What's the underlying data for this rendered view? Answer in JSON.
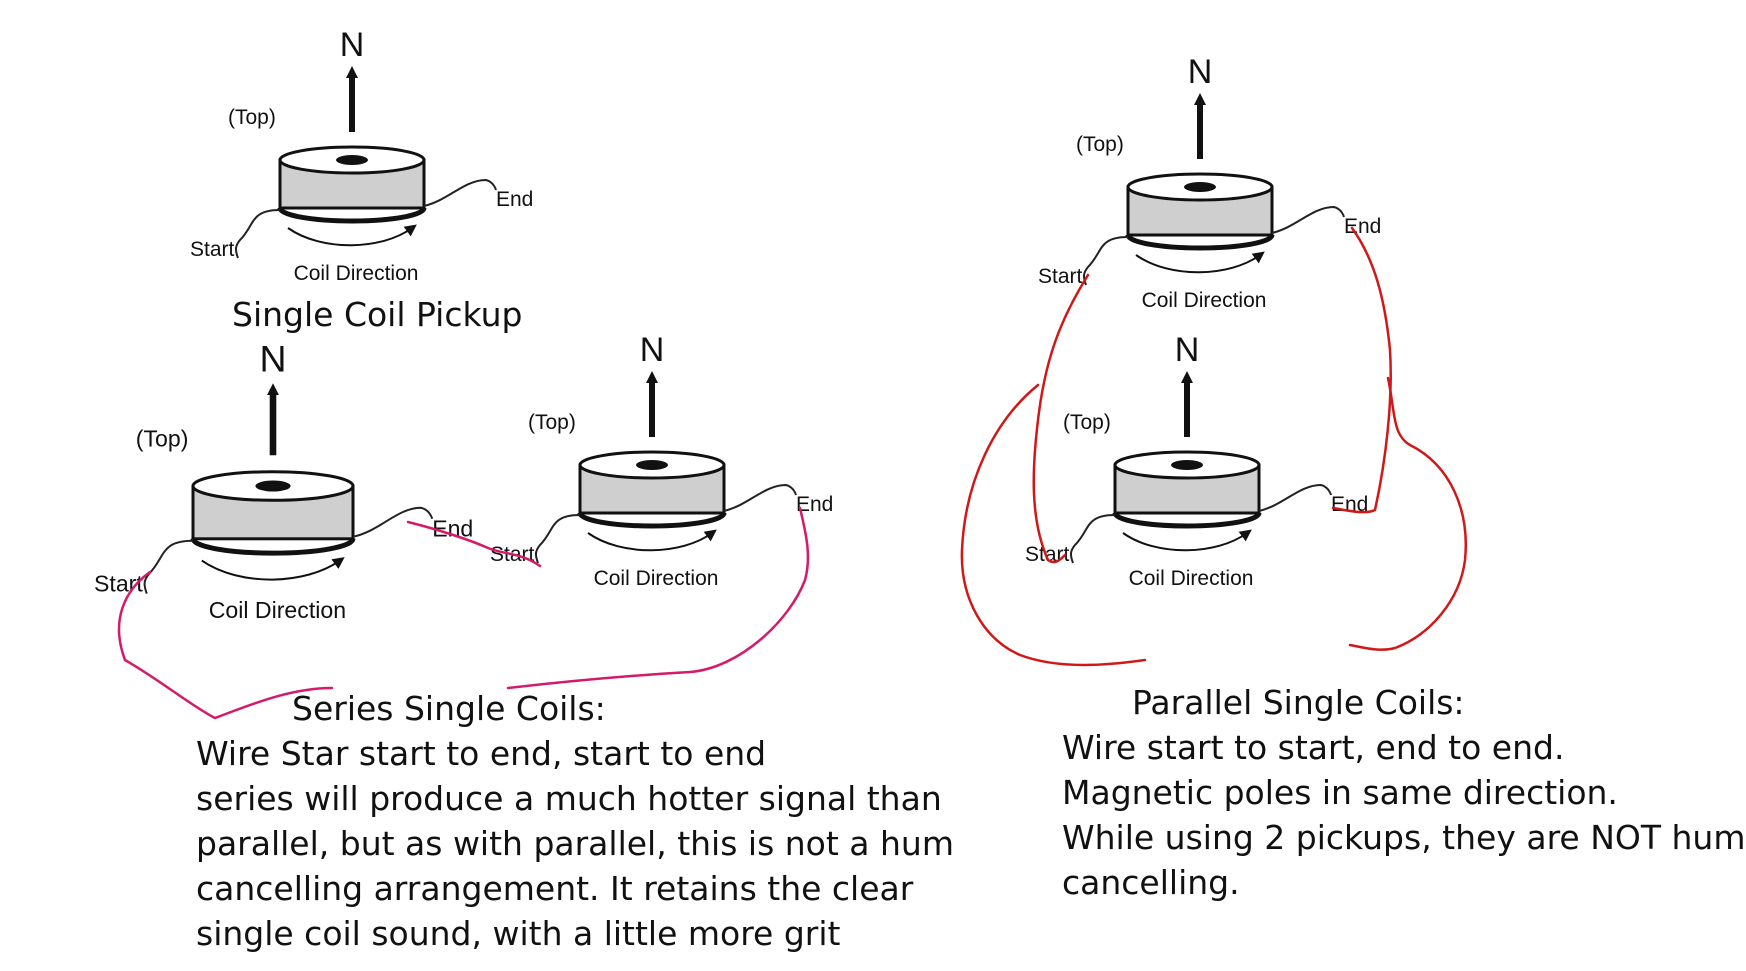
{
  "labels": {
    "north": "N",
    "top": "(Top)",
    "start": "Start",
    "end": "End",
    "coil_direction": "Coil Direction"
  },
  "captions": {
    "single": "Single Coil Pickup",
    "series": {
      "title": "Series Single Coils:",
      "lines": [
        "Wire Star start to end, start to end",
        "series will produce a much hotter signal than",
        "parallel, but as with parallel, this is not a hum",
        "cancelling arrangement.  It retains the clear",
        "single coil sound, with a little more grit"
      ]
    },
    "parallel": {
      "title": "Parallel Single Coils:",
      "lines": [
        "Wire start to start, end to end.",
        "Magnetic poles in same direction.",
        "While using 2 pickups, they are NOT hum",
        "cancelling."
      ]
    }
  },
  "colors": {
    "wire": "#222222",
    "coil_body": "#cfcfcf",
    "series_wire": "#d41a6a",
    "parallel_wire": "#d01818"
  }
}
